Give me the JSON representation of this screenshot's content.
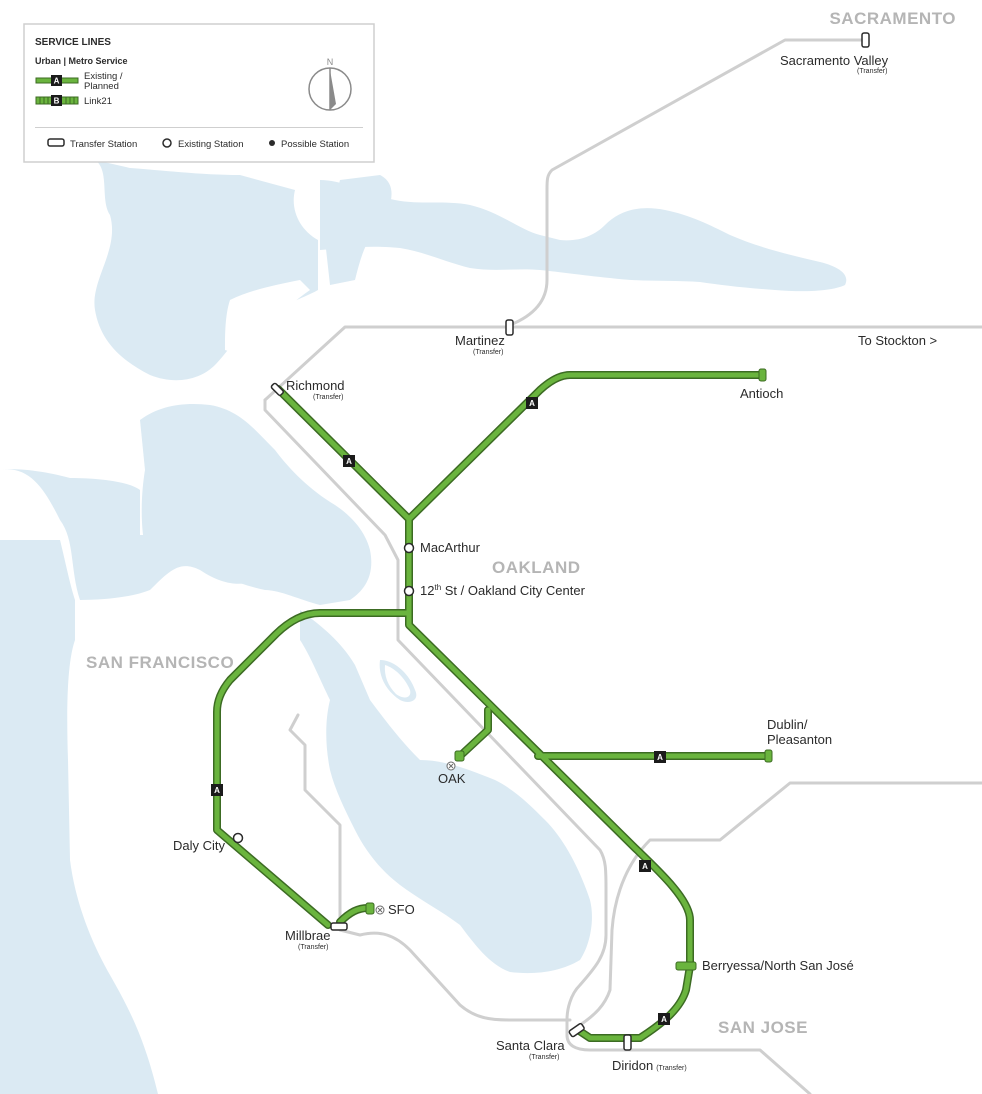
{
  "colors": {
    "water": "#dbeaf3",
    "land": "#ffffff",
    "rail": "#cfcfcf",
    "line_green": "#6ab43e",
    "line_green_dark": "#3c6b23",
    "city_label": "#b5b5b5",
    "text": "#2b2b2b",
    "badge": "#1b1b1b"
  },
  "legend": {
    "title": "SERVICE LINES",
    "subtitle": "Urban | Metro Service",
    "items": [
      {
        "badge": "A",
        "label_line1": "Existing /",
        "label_line2": "Planned"
      },
      {
        "badge": "B",
        "label": "Link21"
      }
    ],
    "station_types": [
      {
        "icon": "transfer-station",
        "label": "Transfer Station"
      },
      {
        "icon": "existing-station",
        "label": "Existing Station"
      },
      {
        "icon": "possible-station",
        "label": "Possible Station"
      }
    ],
    "north": "N"
  },
  "cities": {
    "sacramento": "SACRAMENTO",
    "oakland": "OAKLAND",
    "san_francisco": "SAN FRANCISCO",
    "san_jose": "SAN JOSE"
  },
  "line_badge": "A",
  "stations": {
    "sacramento_valley": {
      "name": "Sacramento Valley",
      "note": "(Transfer)"
    },
    "martinez": {
      "name": "Martinez",
      "note": "(Transfer)"
    },
    "to_stockton": {
      "name": "To Stockton >"
    },
    "richmond": {
      "name": "Richmond",
      "note": "(Transfer)"
    },
    "antioch": {
      "name": "Antioch"
    },
    "macarthur": {
      "name": "MacArthur"
    },
    "twelfth_st": {
      "name_prefix": "12",
      "name_sup": "th",
      "name_rest": " St / Oakland City Center"
    },
    "dublin": {
      "name_line1": "Dublin/",
      "name_line2": "Pleasanton"
    },
    "oak": {
      "name": "OAK"
    },
    "daly_city": {
      "name": "Daly City"
    },
    "sfo": {
      "name": "SFO"
    },
    "millbrae": {
      "name": "Millbrae",
      "note": "(Transfer)"
    },
    "berryessa": {
      "name": "Berryessa/North San José"
    },
    "santa_clara": {
      "name": "Santa Clara",
      "note": "(Transfer)"
    },
    "diridon": {
      "name": "Diridon",
      "note": "(Transfer)"
    }
  }
}
